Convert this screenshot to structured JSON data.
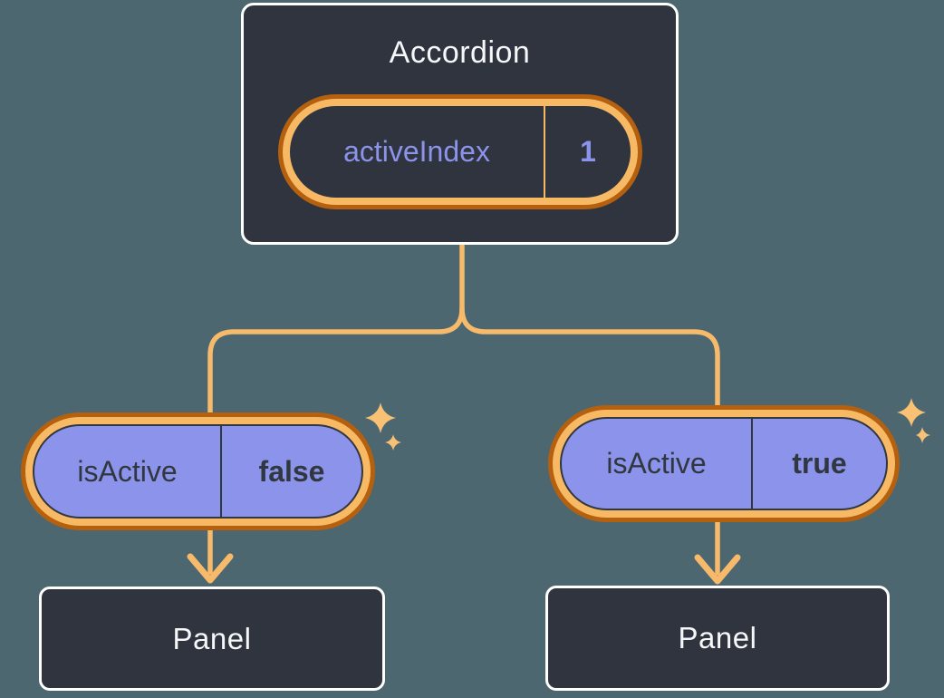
{
  "accordion": {
    "label": "Accordion",
    "state_name": "activeIndex",
    "state_value": "1"
  },
  "props": [
    {
      "name": "isActive",
      "value": "false"
    },
    {
      "name": "isActive",
      "value": "true"
    }
  ],
  "panels": [
    {
      "label": "Panel"
    },
    {
      "label": "Panel"
    }
  ],
  "icons": {
    "sparkle": "sparkle-icon",
    "arrow": "arrow-down-icon"
  },
  "colors": {
    "background": "#4D6770",
    "node_fill": "#2F343E",
    "node_border": "#FFFFFF",
    "prop_pill_fill": "#8C93EB",
    "highlight_ring_outer": "#B5600F",
    "highlight_ring_inner": "#F7B964",
    "connector": "#F7B96A",
    "sparkle": "#F8C173",
    "label_light": "#F6F7F9",
    "label_dark": "#31373F",
    "state_text": "#8C93EB"
  }
}
